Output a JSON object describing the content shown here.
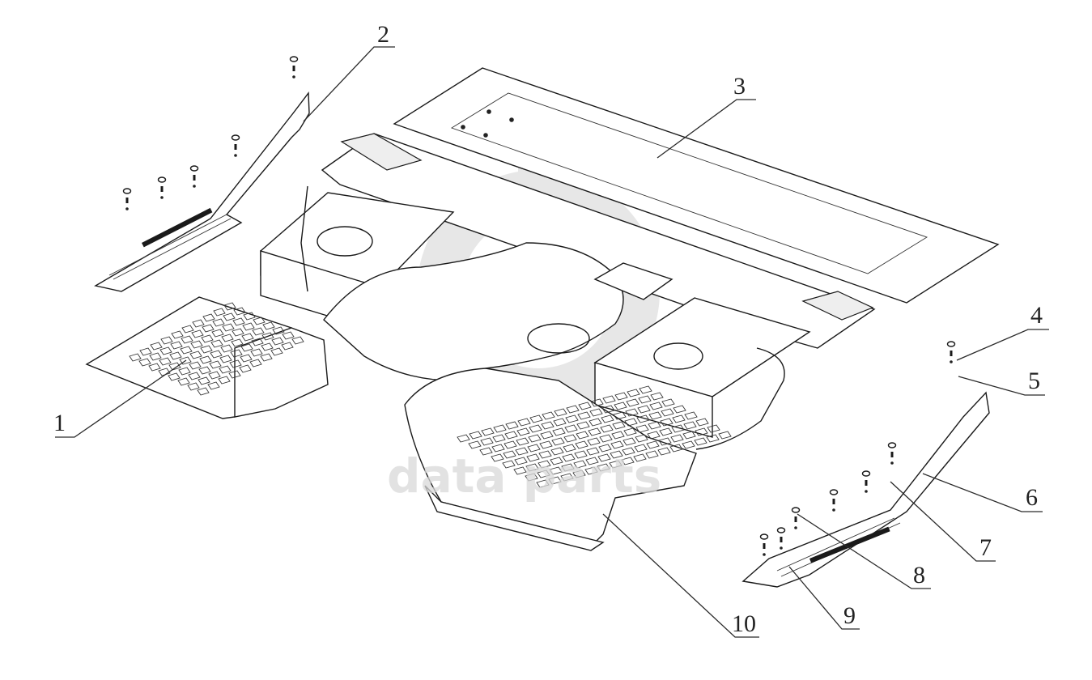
{
  "diagram": {
    "callouts": [
      {
        "id": "c1",
        "label": "1"
      },
      {
        "id": "c2",
        "label": "2"
      },
      {
        "id": "c3",
        "label": "3"
      },
      {
        "id": "c4",
        "label": "4"
      },
      {
        "id": "c5",
        "label": "5"
      },
      {
        "id": "c6",
        "label": "6"
      },
      {
        "id": "c7",
        "label": "7"
      },
      {
        "id": "c8",
        "label": "8"
      },
      {
        "id": "c9",
        "label": "9"
      },
      {
        "id": "c10",
        "label": "10"
      }
    ],
    "watermark": {
      "text": "data parts",
      "logo_color": "#d0d0d0"
    },
    "colors": {
      "line": "#1a1a1a",
      "background": "#ffffff",
      "watermark": "#d9d9d9"
    }
  }
}
